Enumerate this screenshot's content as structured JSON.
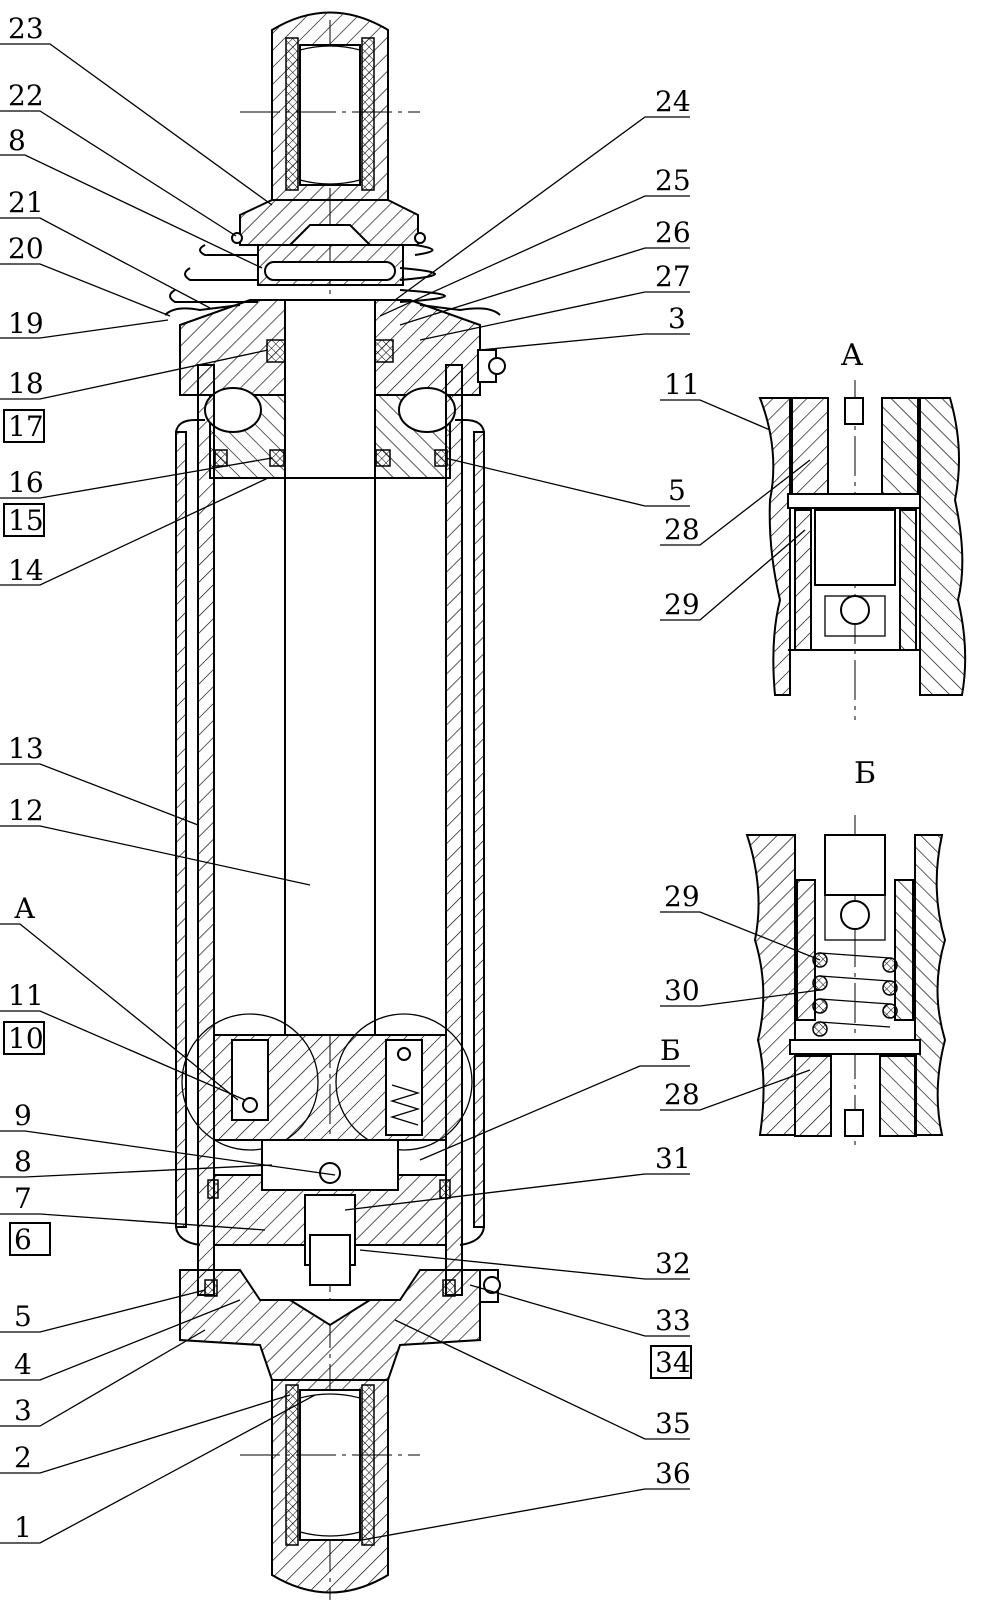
{
  "detail_titles": {
    "a": "А",
    "b": "Б"
  },
  "left_labels": [
    {
      "key": "l23",
      "text": "23",
      "boxed": false
    },
    {
      "key": "l22",
      "text": "22",
      "boxed": false
    },
    {
      "key": "l8top",
      "text": "8",
      "boxed": false
    },
    {
      "key": "l21",
      "text": "21",
      "boxed": false
    },
    {
      "key": "l20",
      "text": "20",
      "boxed": false
    },
    {
      "key": "l19",
      "text": "19",
      "boxed": false
    },
    {
      "key": "l18",
      "text": "18",
      "boxed": false
    },
    {
      "key": "l17",
      "text": "17",
      "boxed": true
    },
    {
      "key": "l16",
      "text": "16",
      "boxed": false
    },
    {
      "key": "l15",
      "text": "15",
      "boxed": true
    },
    {
      "key": "l14",
      "text": "14",
      "boxed": false
    },
    {
      "key": "l13",
      "text": "13",
      "boxed": false
    },
    {
      "key": "l12",
      "text": "12",
      "boxed": false
    },
    {
      "key": "lA",
      "text": "А",
      "boxed": false
    },
    {
      "key": "l11",
      "text": "11",
      "boxed": false
    },
    {
      "key": "l10",
      "text": "10",
      "boxed": true
    },
    {
      "key": "l9",
      "text": "9",
      "boxed": false
    },
    {
      "key": "l8",
      "text": "8",
      "boxed": false
    },
    {
      "key": "l7",
      "text": "7",
      "boxed": false
    },
    {
      "key": "l6",
      "text": "6",
      "boxed": true
    },
    {
      "key": "l5",
      "text": "5",
      "boxed": false
    },
    {
      "key": "l4",
      "text": "4",
      "boxed": false
    },
    {
      "key": "l3",
      "text": "3",
      "boxed": false
    },
    {
      "key": "l2",
      "text": "2",
      "boxed": false
    },
    {
      "key": "l1",
      "text": "1",
      "boxed": false
    }
  ],
  "right_labels": [
    {
      "key": "r24",
      "text": "24",
      "boxed": false
    },
    {
      "key": "r25",
      "text": "25",
      "boxed": false
    },
    {
      "key": "r26",
      "text": "26",
      "boxed": false
    },
    {
      "key": "r27",
      "text": "27",
      "boxed": false
    },
    {
      "key": "r3",
      "text": "3",
      "boxed": false
    },
    {
      "key": "r5",
      "text": "5",
      "boxed": false
    },
    {
      "key": "rB",
      "text": "Б",
      "boxed": false
    },
    {
      "key": "r31",
      "text": "31",
      "boxed": false
    },
    {
      "key": "r32",
      "text": "32",
      "boxed": false
    },
    {
      "key": "r33",
      "text": "33",
      "boxed": false
    },
    {
      "key": "r34",
      "text": "34",
      "boxed": true
    },
    {
      "key": "r35",
      "text": "35",
      "boxed": false
    },
    {
      "key": "r36",
      "text": "36",
      "boxed": false
    }
  ],
  "detail_a_labels": [
    {
      "key": "a11",
      "text": "11"
    },
    {
      "key": "a28",
      "text": "28"
    },
    {
      "key": "a29",
      "text": "29"
    }
  ],
  "detail_b_labels": [
    {
      "key": "b29",
      "text": "29"
    },
    {
      "key": "b30",
      "text": "30"
    },
    {
      "key": "b28",
      "text": "28"
    }
  ]
}
